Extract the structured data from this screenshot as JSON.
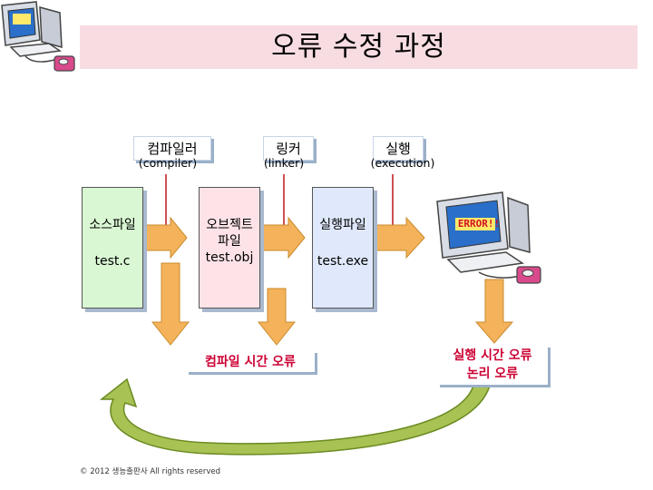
{
  "title": "오류 수정 과정",
  "stages": [
    {
      "label": "컴파일러",
      "sub": "(compiler)"
    },
    {
      "label": "링커",
      "sub": "(linker)"
    },
    {
      "label": "실행",
      "sub": "(execution)"
    }
  ],
  "files": [
    {
      "line1": "소스파일",
      "line2": "test.c"
    },
    {
      "line1": "오브젝트",
      "line2": "파일",
      "line3": "test.obj"
    },
    {
      "line1": "실행파일",
      "line2": "test.exe"
    }
  ],
  "screen_text": "ERROR!!",
  "compile_error": "컴파일 시간 오류",
  "runtime_error": {
    "line1": "실행 시간 오류",
    "line2": "논리 오류"
  },
  "footer": "© 2012 생능출판사 All rights reserved",
  "colors": {
    "title_bg": "#f7dde2",
    "source_doc": "#d9f7d3",
    "object_doc": "#fde3e8",
    "exec_doc": "#dfe9fb",
    "arrow": "#f4b35a",
    "error_text": "#cc0033",
    "cycle_arrow": "#7d9a2e"
  },
  "icons": [
    "computer-icon",
    "error-computer-icon"
  ]
}
